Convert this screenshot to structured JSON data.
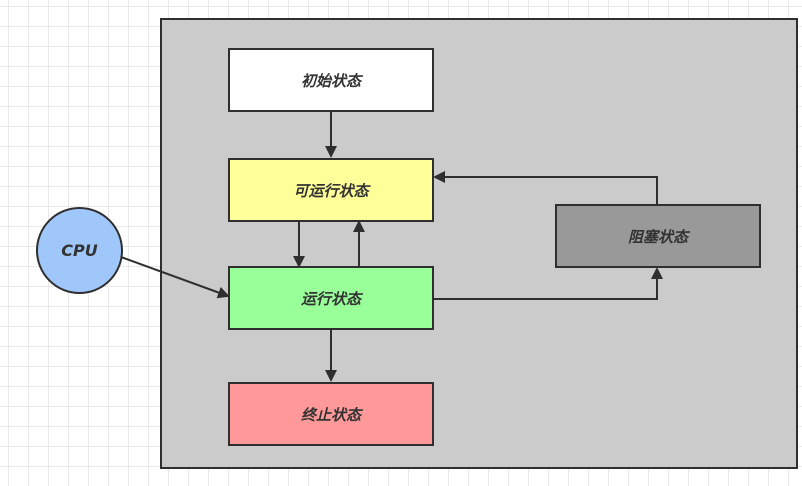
{
  "diagram": {
    "cpu": {
      "label": "CPU",
      "fill": "#9fc7f9"
    },
    "states": {
      "initial": {
        "label": "初始状态",
        "fill": "#ffffff"
      },
      "runnable": {
        "label": "可运行状态",
        "fill": "#ffff99"
      },
      "running": {
        "label": "运行状态",
        "fill": "#99ff99"
      },
      "blocked": {
        "label": "阻塞状态",
        "fill": "#999999"
      },
      "terminated": {
        "label": "终止状态",
        "fill": "#ff9999"
      }
    },
    "edges": [
      {
        "from": "initial",
        "to": "runnable"
      },
      {
        "from": "runnable",
        "to": "running"
      },
      {
        "from": "running",
        "to": "runnable"
      },
      {
        "from": "running",
        "to": "terminated"
      },
      {
        "from": "running",
        "to": "blocked"
      },
      {
        "from": "blocked",
        "to": "runnable"
      },
      {
        "from": "cpu",
        "to": "running"
      }
    ],
    "colors": {
      "panel": "#cbcbcb",
      "stroke": "#2f2f2f",
      "text": "#333333",
      "grid": "#e9e9e9"
    }
  }
}
